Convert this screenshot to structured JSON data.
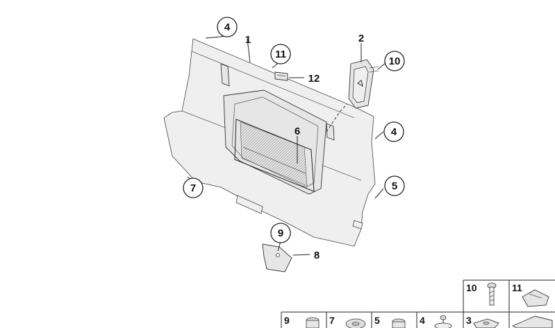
{
  "callouts": [
    "4",
    "1",
    "11",
    "12",
    "2",
    "10",
    "6",
    "4",
    "7",
    "5",
    "9",
    "8"
  ],
  "legend": [
    "10",
    "11",
    "9",
    "7",
    "5",
    "4",
    "3"
  ]
}
